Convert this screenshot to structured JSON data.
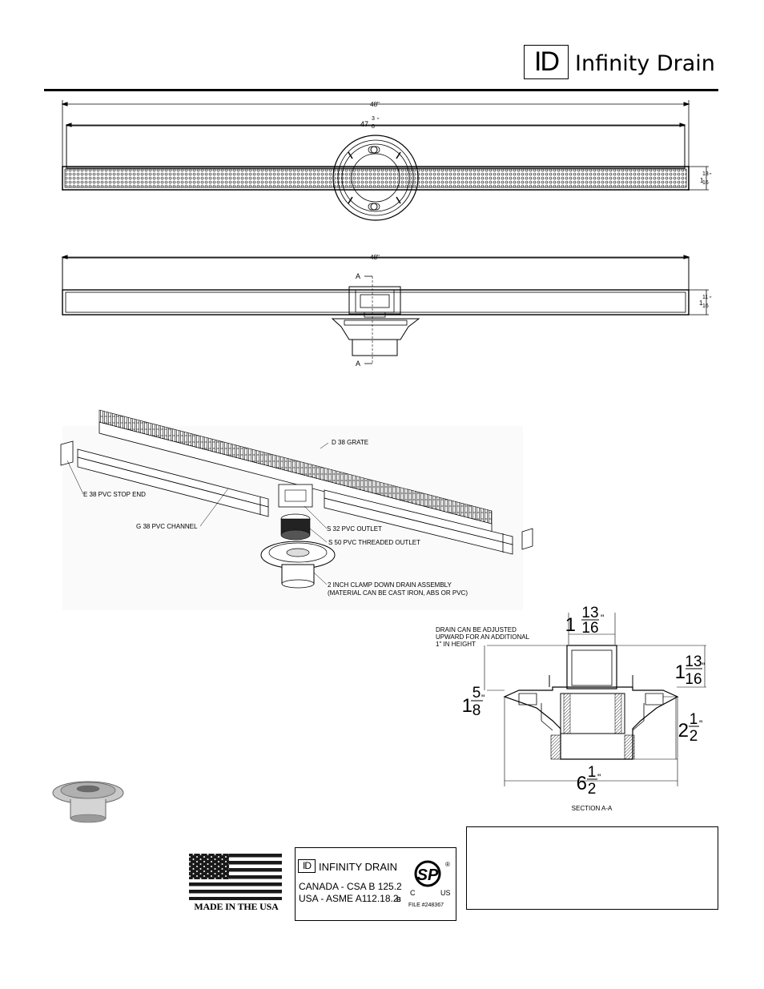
{
  "header": {
    "logo_mark": "ID",
    "brand_name": "Infinity Drain"
  },
  "top_view": {
    "overall_length": "48\"",
    "channel_length_whole": "47",
    "channel_length_num": "3",
    "channel_length_den": "8",
    "channel_length_suffix": "\"",
    "width_whole": "1",
    "width_num": "13",
    "width_den": "16",
    "width_suffix": "\""
  },
  "side_view": {
    "overall_length": "48\"",
    "section_mark_top": "A",
    "section_mark_bottom": "A",
    "height_whole": "1",
    "height_num": "11",
    "height_den": "16",
    "height_suffix": "\""
  },
  "exploded_view": {
    "labels": [
      "D 38 GRATE",
      "E 38 PVC STOP END",
      "G 38 PVC CHANNEL",
      "S 32 PVC OUTLET",
      "S 50 PVC THREADED OUTLET",
      "2 INCH CLAMP DOWN DRAIN ASSEMBLY",
      "(MATERIAL CAN BE CAST IRON, ABS OR PVC)"
    ]
  },
  "section_view": {
    "note": [
      "DRAIN CAN BE ADJUSTED",
      "UPWARD FOR AN ADDITIONAL",
      "1\" IN HEIGHT"
    ],
    "top_width": {
      "whole": "1",
      "num": "13",
      "den": "16",
      "suffix": "\""
    },
    "right_height": {
      "whole": "1",
      "num": "13",
      "den": "16",
      "suffix": "\""
    },
    "left_height": {
      "whole": "1",
      "num": "5",
      "den": "8",
      "suffix": "\""
    },
    "body_height": {
      "whole": "2",
      "num": "1",
      "den": "2",
      "suffix": "\""
    },
    "flange_width": {
      "whole": "6",
      "num": "1",
      "den": "2",
      "suffix": "\""
    },
    "caption": "SECTION A-A"
  },
  "certification": {
    "made_in_usa": "MADE IN THE USA",
    "stamp_id": "ID",
    "stamp_brand": "INFINITY DRAIN",
    "stamp_line1": "CANADA - CSA B 125.2",
    "stamp_line2": "USA - ASME A112.18.2",
    "stamp_b": "B",
    "csa_mark": "SP",
    "csa_c": "C",
    "csa_us": "US",
    "csa_registered": "®",
    "csa_file": "FILE #248367"
  },
  "colors": {
    "ink": "#000000",
    "flag_red": "#1a1a1a",
    "flag_stripe_light": "#ffffff",
    "photo_gray": "#9a9a9a"
  }
}
